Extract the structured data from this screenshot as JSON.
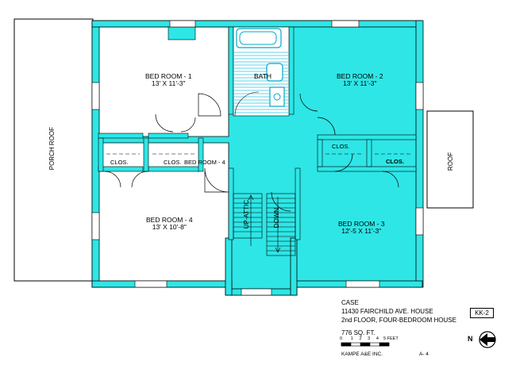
{
  "rooms": {
    "bed1": {
      "name": "BED ROOM - 1",
      "size": "13' X 11'-3\""
    },
    "bed2": {
      "name": "BED ROOM - 2",
      "size": "13' X 11'-3\""
    },
    "bed3": {
      "name": "BED ROOM - 3",
      "size": "12'-5 X 11'-3\""
    },
    "bed4": {
      "name": "BED ROOM - 4",
      "size": "13'  X 10'-8\""
    },
    "bath": "BATH",
    "hall": "BED ROOM - 4",
    "clos_left": "CLOS.",
    "clos_mid": "CLOS.",
    "clos_right_upper": "CLOS.",
    "clos_right": "CLOS."
  },
  "stairs": {
    "up": "UP-ATTIC",
    "down": "DOWN"
  },
  "roofs": {
    "porch": "PORCH ROOF",
    "right": "ROOF"
  },
  "title_block": {
    "line1": "CASE",
    "line2": "11430 FAIRCHILD AVE.  HOUSE",
    "line3": "2nd FLOOR, FOUR-BEDROOM HOUSE",
    "area": "776 SQ. FT.",
    "scale_ticks": [
      "0",
      "1",
      "2",
      "3",
      "4",
      "5 FEET"
    ],
    "firm": "KAMPE  A&E INC.",
    "sheet": "A- 4",
    "badge": "KK-2",
    "north": "N"
  },
  "colors": {
    "wall": "#2ee6e6",
    "fixture": "#00a8c8",
    "line": "#000000"
  }
}
